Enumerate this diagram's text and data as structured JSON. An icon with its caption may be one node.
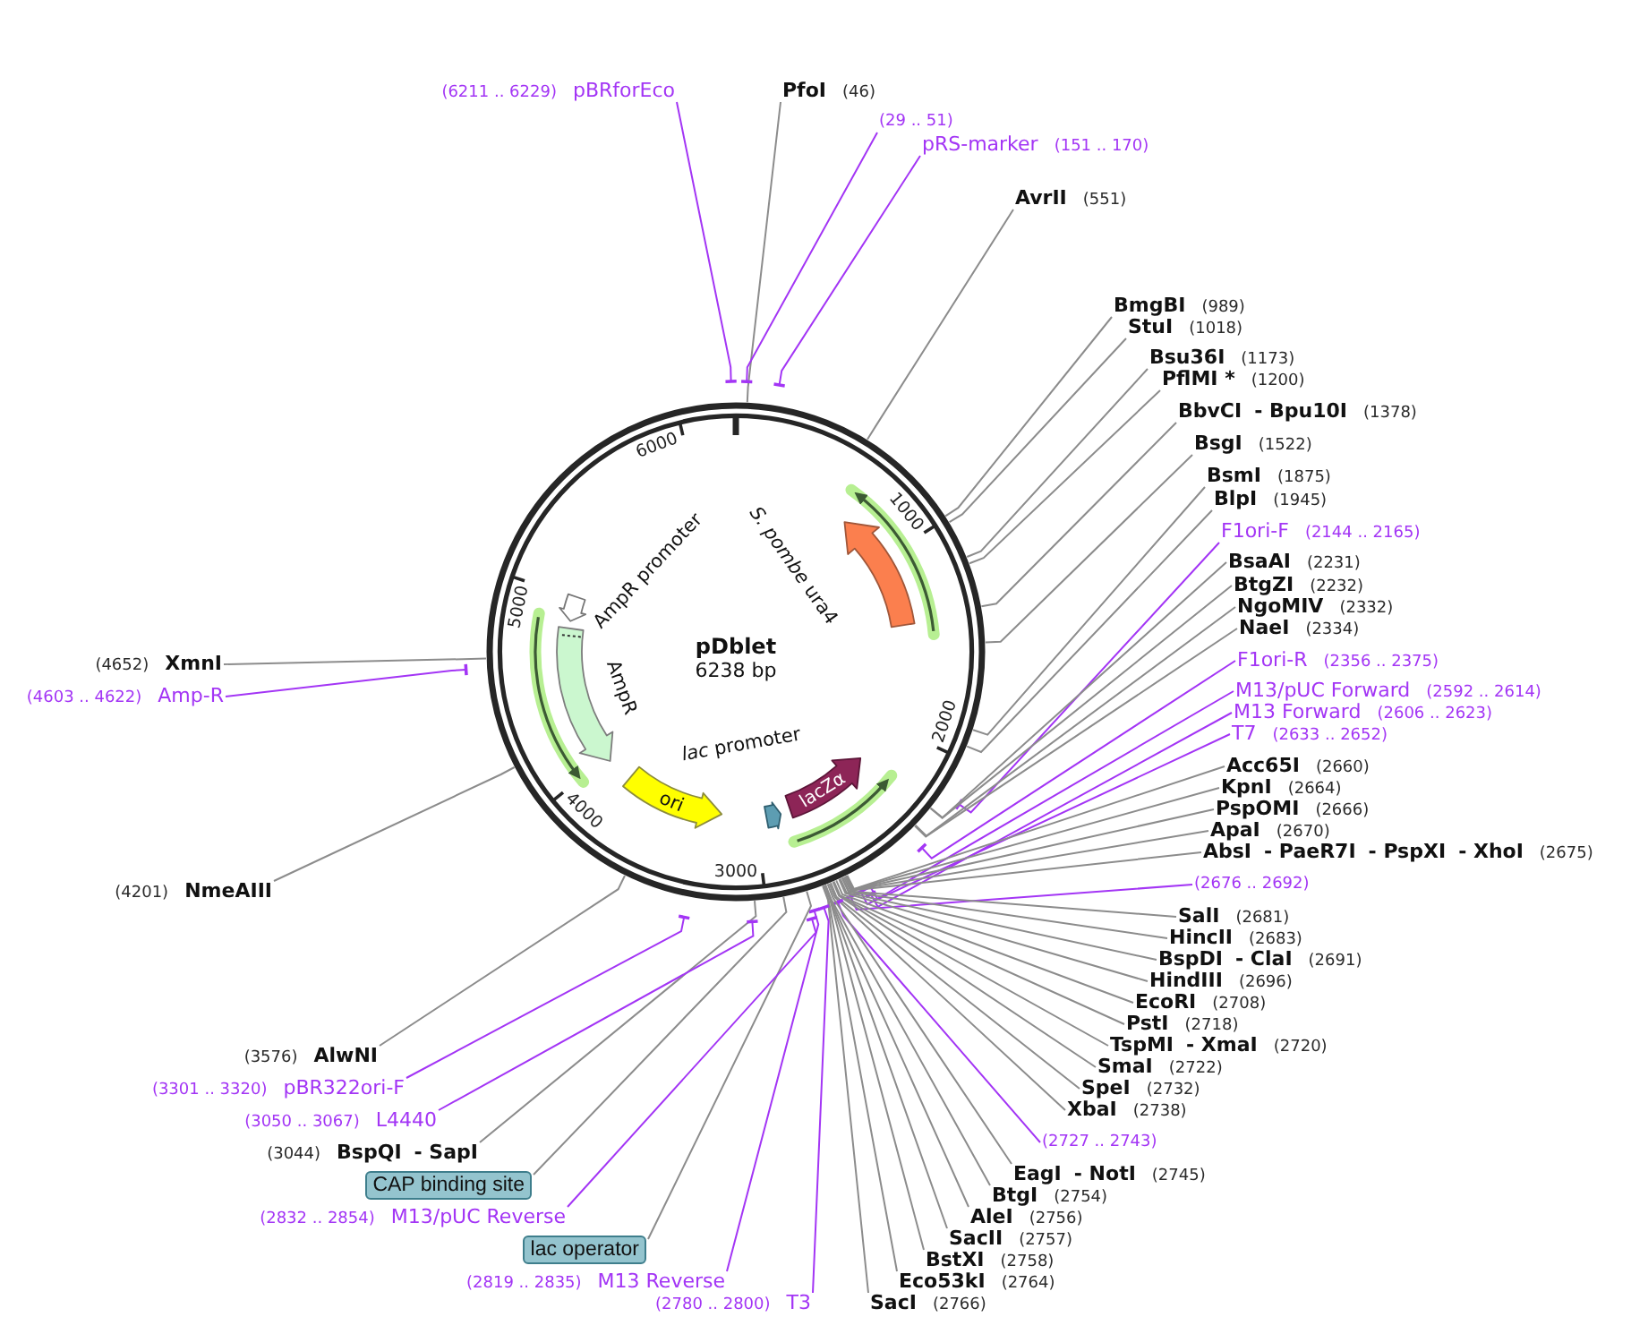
{
  "diagram": {
    "nodes": [
      {
        "text": [
          "pDblet",
          "6238 bp"
        ]
      },
      {
        "text": [],
        "shape": "arrow",
        "beside": [
          "*S. pombe* ura4"
        ],
        "in": 0
      },
      {
        "text": [],
        "shape": "arrow",
        "beside": [
          "AmpR promoter"
        ],
        "in": 0
      },
      {
        "text": [],
        "shape": "arrow",
        "beside": [
          "AmpR"
        ],
        "in": 0
      },
      {
        "text": [
          "ori"
        ],
        "in": 0
      },
      {
        "text": [],
        "shape": "arrow",
        "in": 0
      },
      {
        "text": [
          "lacZα"
        ],
        "in": 0
      },
      {
        "text": [
          "(6211 .. 6229)",
          "pBRforEco"
        ]
      },
      {
        "text": [
          "PfoI",
          "(46)"
        ]
      },
      {
        "text": [
          "(29 .. 51)"
        ]
      },
      {
        "text": [
          "pRS-marker",
          "(151 .. 170)"
        ]
      },
      {
        "text": [
          "AvrII",
          "(551)"
        ]
      },
      {
        "text": [
          "BmgBI",
          "(989)"
        ]
      },
      {
        "text": [
          "StuI",
          "(1018)"
        ]
      },
      {
        "text": [
          "Bsu36I",
          "(1173)"
        ]
      },
      {
        "text": [
          "PflMI *",
          "(1200)"
        ]
      },
      {
        "text": [
          "BbvCI",
          "- Bpu10I",
          "(1378)"
        ]
      },
      {
        "text": [
          "BsgI",
          "(1522)"
        ]
      },
      {
        "text": [
          "BsmI",
          "(1875)"
        ]
      },
      {
        "text": [
          "BlpI",
          "(1945)"
        ]
      },
      {
        "text": [
          "F1ori-F",
          "(2144 .. 2165)"
        ]
      },
      {
        "text": [
          "BsaAI",
          "(2231)"
        ]
      },
      {
        "text": [
          "BtgZI",
          "(2232)"
        ]
      },
      {
        "text": [
          "NgoMIV",
          "(2332)"
        ]
      },
      {
        "text": [
          "NaeI",
          "(2334)"
        ]
      },
      {
        "text": [
          "F1ori-R",
          "(2356 .. 2375)"
        ]
      },
      {
        "text": [
          "M13/pUC Forward",
          "(2592 .. 2614)"
        ]
      },
      {
        "text": [
          "M13 Forward",
          "(2606 .. 2623)"
        ]
      },
      {
        "text": [
          "T7",
          "(2633 .. 2652)"
        ]
      },
      {
        "text": [
          "Acc65I",
          "(2660)"
        ]
      },
      {
        "text": [
          "KpnI",
          "(2664)"
        ]
      },
      {
        "text": [
          "PspOMI",
          "(2666)"
        ]
      },
      {
        "text": [
          "ApaI",
          "(2670)"
        ]
      },
      {
        "text": [
          "AbsI",
          "- PaeR7I",
          "- PspXI",
          "- XhoI",
          "(2675)"
        ]
      },
      {
        "text": [
          "(2676 .. 2692)"
        ]
      },
      {
        "text": [
          "SalI",
          "(2681)"
        ]
      },
      {
        "text": [
          "HincII",
          "(2683)"
        ]
      },
      {
        "text": [
          "BspDI",
          "- ClaI",
          "(2691)"
        ]
      },
      {
        "text": [
          "HindIII",
          "(2696)"
        ]
      },
      {
        "text": [
          "EcoRI",
          "(2708)"
        ]
      },
      {
        "text": [
          "PstI",
          "(2718)"
        ]
      },
      {
        "text": [
          "TspMI",
          "- XmaI",
          "(2720)"
        ]
      },
      {
        "text": [
          "SmaI",
          "(2722)"
        ]
      },
      {
        "text": [
          "SpeI",
          "(2732)"
        ]
      },
      {
        "text": [
          "XbaI",
          "(2738)"
        ]
      },
      {
        "text": [
          "(2727 .. 2743)"
        ]
      },
      {
        "text": [
          "EagI",
          "- NotI",
          "(2745)"
        ]
      },
      {
        "text": [
          "BtgI",
          "(2754)"
        ]
      },
      {
        "text": [
          "AleI",
          "(2756)"
        ]
      },
      {
        "text": [
          "SacII",
          "(2757)"
        ]
      },
      {
        "text": [
          "BstXI",
          "(2758)"
        ]
      },
      {
        "text": [
          "Eco53kI",
          "(2764)"
        ]
      },
      {
        "text": [
          "SacI",
          "(2766)"
        ]
      },
      {
        "text": [
          "(2780 .. 2800)",
          "T3"
        ]
      },
      {
        "text": [
          "(2819 .. 2835)",
          "M13 Reverse"
        ]
      },
      {
        "text": [
          "lac operator"
        ]
      },
      {
        "text": [
          "(2832 .. 2854)",
          "M13/pUC Reverse"
        ]
      },
      {
        "text": [
          "CAP binding site"
        ]
      },
      {
        "text": [
          "(3044)",
          "BspQI",
          "- SapI"
        ]
      },
      {
        "text": [
          "(3050 .. 3067)",
          "L4440"
        ]
      },
      {
        "text": [
          "(3301 .. 3320)",
          "pBR322ori-F"
        ]
      },
      {
        "text": [
          "(3576)",
          "AlwNI"
        ]
      },
      {
        "text": [
          "(4201)",
          "NmeAIII"
        ]
      },
      {
        "text": [
          "(4603 .. 4622)",
          "Amp-R"
        ]
      },
      {
        "text": [
          "(4652)",
          "XmnI"
        ]
      }
    ],
    "edges": [
      {
        "from": 7,
        "to": 0,
        "arrow": "other",
        "color": "#a335f5"
      },
      {
        "from": 8,
        "to": 0,
        "arrow": "none"
      },
      {
        "from": 9,
        "to": 0,
        "arrow": "other",
        "color": "#a335f5"
      },
      {
        "from": 10,
        "to": 0,
        "arrow": "other",
        "color": "#a335f5"
      },
      {
        "from": 11,
        "to": 0,
        "arrow": "none"
      },
      {
        "from": 12,
        "to": 0,
        "arrow": "none"
      },
      {
        "from": 13,
        "to": 0,
        "arrow": "none"
      },
      {
        "from": 14,
        "to": 0,
        "arrow": "none"
      },
      {
        "from": 15,
        "to": 0,
        "arrow": "none"
      },
      {
        "from": 16,
        "to": 0,
        "arrow": "none"
      },
      {
        "from": 17,
        "to": 0,
        "arrow": "none"
      },
      {
        "from": 18,
        "to": 0,
        "arrow": "none"
      },
      {
        "from": 19,
        "to": 0,
        "arrow": "none"
      },
      {
        "from": 20,
        "to": 0,
        "arrow": "other",
        "color": "#a335f5"
      },
      {
        "from": 21,
        "to": 0,
        "arrow": "none"
      },
      {
        "from": 22,
        "to": 0,
        "arrow": "none"
      },
      {
        "from": 23,
        "to": 0,
        "arrow": "none"
      },
      {
        "from": 24,
        "to": 0,
        "arrow": "none"
      },
      {
        "from": 25,
        "to": 0,
        "arrow": "other",
        "color": "#a335f5"
      },
      {
        "from": 26,
        "to": 0,
        "arrow": "other",
        "color": "#a335f5"
      },
      {
        "from": 27,
        "to": 0,
        "arrow": "other",
        "color": "#a335f5"
      },
      {
        "from": 28,
        "to": 0,
        "arrow": "other",
        "color": "#a335f5"
      },
      {
        "from": 29,
        "to": 0,
        "arrow": "none"
      },
      {
        "from": 30,
        "to": 0,
        "arrow": "none"
      },
      {
        "from": 31,
        "to": 0,
        "arrow": "none"
      },
      {
        "from": 32,
        "to": 0,
        "arrow": "none"
      },
      {
        "from": 33,
        "to": 0,
        "arrow": "none"
      },
      {
        "from": 34,
        "to": 0,
        "arrow": "other",
        "color": "#a335f5"
      },
      {
        "from": 35,
        "to": 0,
        "arrow": "none"
      },
      {
        "from": 36,
        "to": 0,
        "arrow": "none"
      },
      {
        "from": 37,
        "to": 0,
        "arrow": "none"
      },
      {
        "from": 38,
        "to": 0,
        "arrow": "none"
      },
      {
        "from": 39,
        "to": 0,
        "arrow": "none"
      },
      {
        "from": 40,
        "to": 0,
        "arrow": "none"
      },
      {
        "from": 41,
        "to": 0,
        "arrow": "none"
      },
      {
        "from": 42,
        "to": 0,
        "arrow": "none"
      },
      {
        "from": 43,
        "to": 0,
        "arrow": "none"
      },
      {
        "from": 44,
        "to": 0,
        "arrow": "none"
      },
      {
        "from": 45,
        "to": 0,
        "arrow": "other",
        "color": "#a335f5"
      },
      {
        "from": 46,
        "to": 0,
        "arrow": "none"
      },
      {
        "from": 47,
        "to": 0,
        "arrow": "none"
      },
      {
        "from": 48,
        "to": 0,
        "arrow": "none"
      },
      {
        "from": 49,
        "to": 0,
        "arrow": "none"
      },
      {
        "from": 50,
        "to": 0,
        "arrow": "none"
      },
      {
        "from": 51,
        "to": 0,
        "arrow": "none"
      },
      {
        "from": 52,
        "to": 0,
        "arrow": "none"
      },
      {
        "from": 53,
        "to": 0,
        "arrow": "other",
        "color": "#a335f5"
      },
      {
        "from": 54,
        "to": 0,
        "arrow": "other",
        "color": "#a335f5"
      },
      {
        "from": 55,
        "to": 0,
        "arrow": "none"
      },
      {
        "from": 56,
        "to": 0,
        "arrow": "other",
        "color": "#a335f5"
      },
      {
        "from": 57,
        "to": 0,
        "arrow": "none"
      },
      {
        "from": 58,
        "to": 0,
        "arrow": "none"
      },
      {
        "from": 59,
        "to": 0,
        "arrow": "other",
        "color": "#a335f5"
      },
      {
        "from": 60,
        "to": 0,
        "arrow": "other",
        "color": "#a335f5"
      },
      {
        "from": 61,
        "to": 0,
        "arrow": "none"
      },
      {
        "from": 62,
        "to": 0,
        "arrow": "none"
      },
      {
        "from": 63,
        "to": 0,
        "arrow": "other",
        "color": "#a335f5"
      },
      {
        "from": 64,
        "to": 0,
        "arrow": "none"
      }
    ],
    "labels": [
      "1000",
      "2000",
      "3000",
      "4000",
      "5000",
      "6000",
      "*lac* promoter"
    ]
  }
}
